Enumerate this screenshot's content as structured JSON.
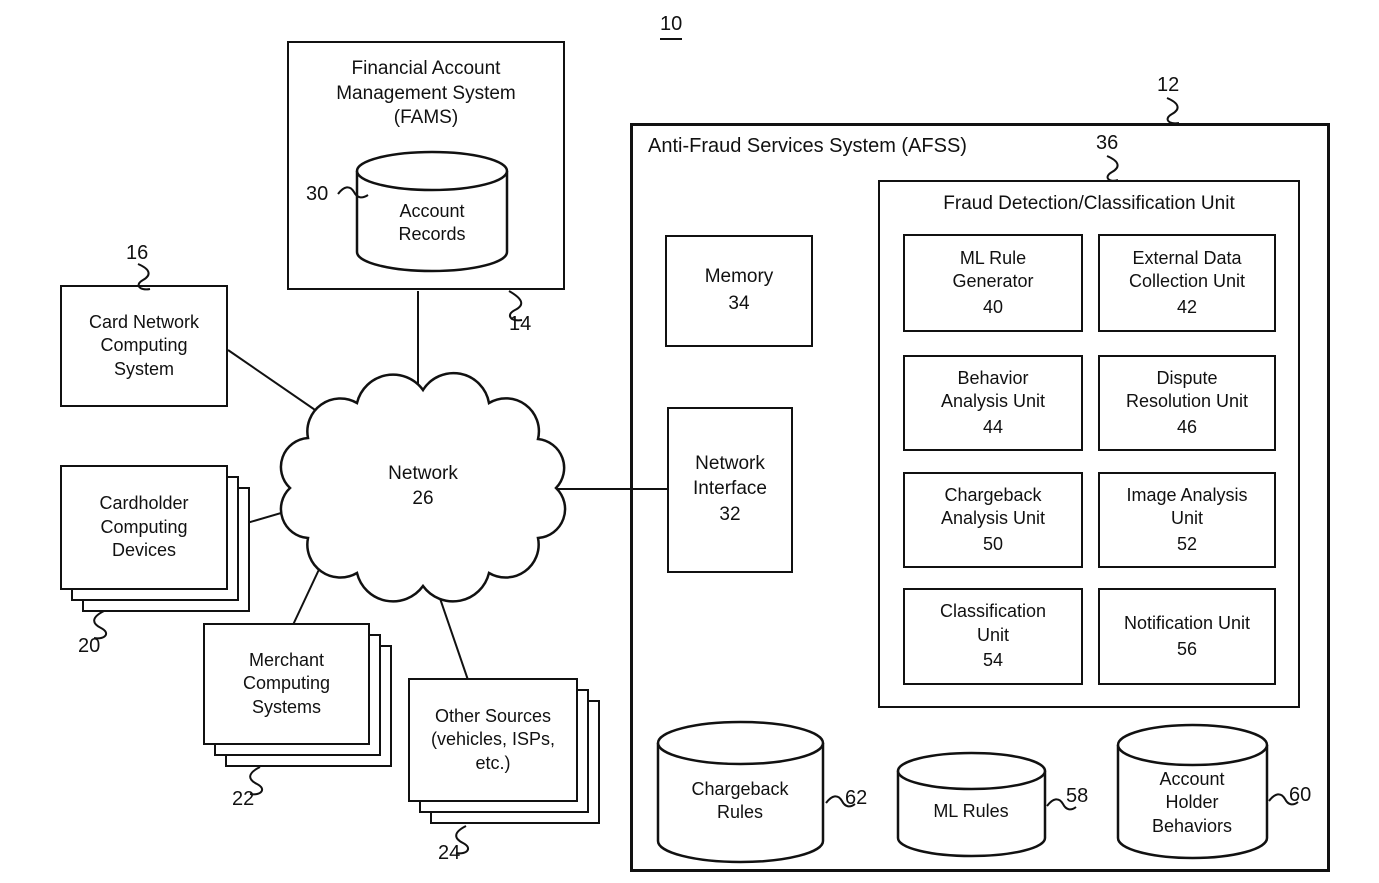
{
  "figure": {
    "ref": "10"
  },
  "fams": {
    "label": "Financial Account Management System (FAMS)",
    "ref": "14",
    "records": {
      "label": "Account Records",
      "ref": "30"
    }
  },
  "card_network": {
    "label": "Card Network Computing System",
    "ref": "16"
  },
  "cardholder": {
    "label": "Cardholder Computing Devices",
    "ref": "20"
  },
  "merchant": {
    "label": "Merchant Computing Systems",
    "ref": "22"
  },
  "other_sources": {
    "label": "Other Sources (vehicles, ISPs, etc.)",
    "ref": "24"
  },
  "network": {
    "label": "Network",
    "ref": "26"
  },
  "afss": {
    "title": "Anti-Fraud Services System (AFSS)",
    "ref": "12",
    "memory": {
      "label": "Memory",
      "ref": "34"
    },
    "network_interface": {
      "label": "Network Interface",
      "ref": "32"
    },
    "fraud_unit": {
      "title": "Fraud Detection/Classification Unit",
      "ref": "36",
      "units": [
        {
          "label": "ML Rule Generator",
          "ref": "40"
        },
        {
          "label": "External Data Collection Unit",
          "ref": "42"
        },
        {
          "label": "Behavior Analysis Unit",
          "ref": "44"
        },
        {
          "label": "Dispute Resolution Unit",
          "ref": "46"
        },
        {
          "label": "Chargeback Analysis Unit",
          "ref": "50"
        },
        {
          "label": "Image Analysis Unit",
          "ref": "52"
        },
        {
          "label": "Classification Unit",
          "ref": "54"
        },
        {
          "label": "Notification Unit",
          "ref": "56"
        }
      ]
    },
    "databases": [
      {
        "label": "Chargeback Rules",
        "ref": "62"
      },
      {
        "label": "ML Rules",
        "ref": "58"
      },
      {
        "label": "Account Holder Behaviors",
        "ref": "60"
      }
    ]
  },
  "colors": {
    "ink": "#111111",
    "background": "#ffffff"
  }
}
